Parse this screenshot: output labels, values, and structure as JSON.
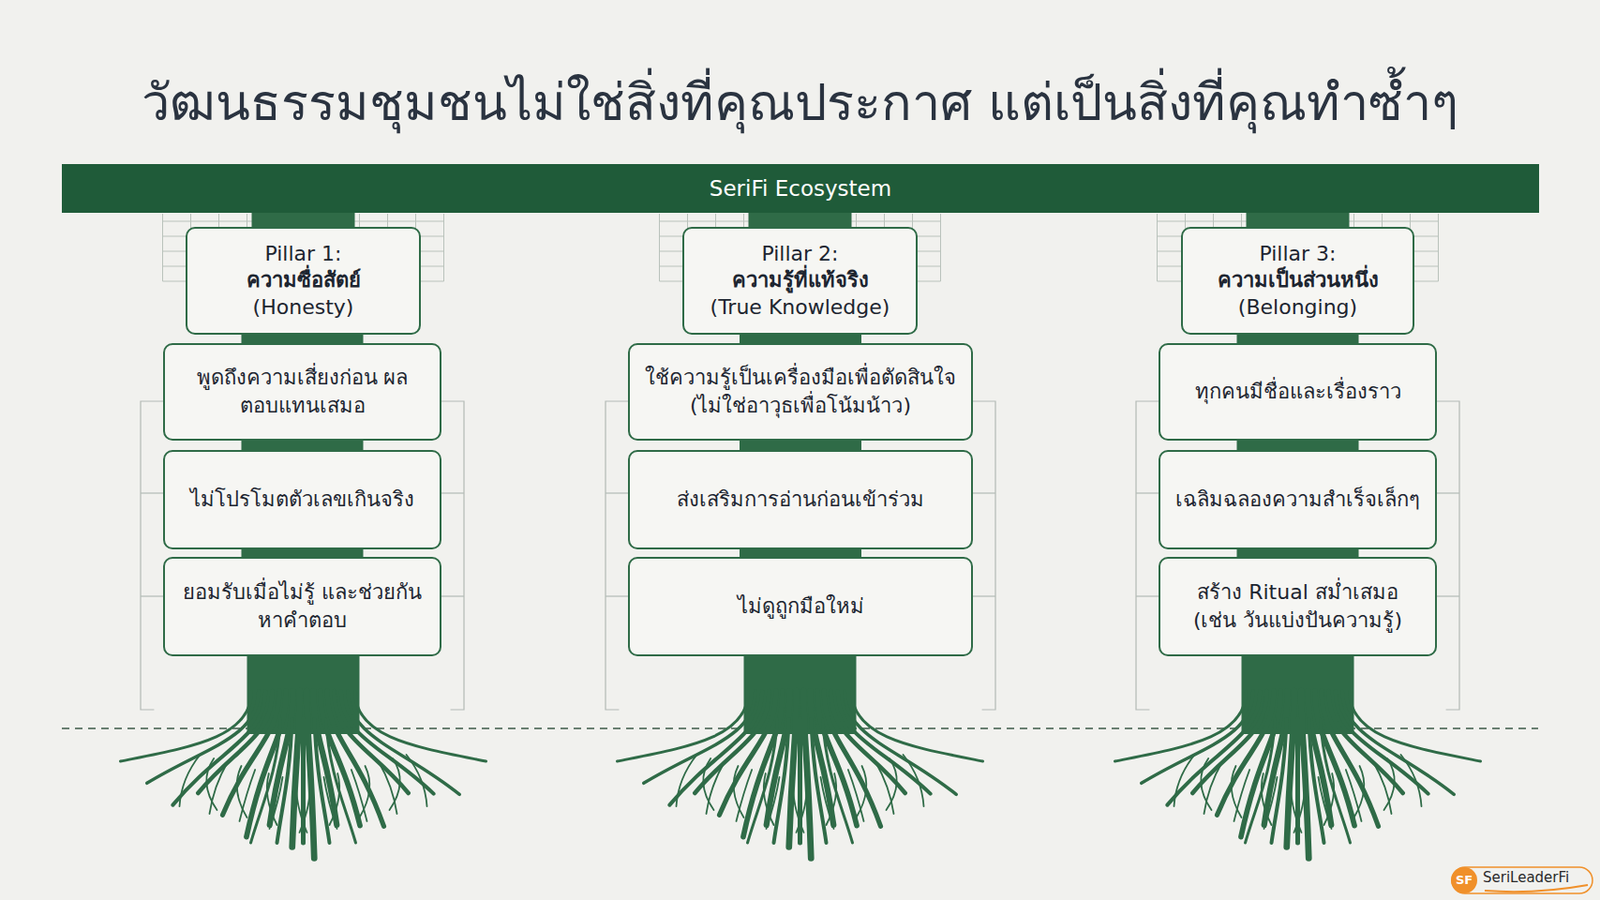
{
  "diagram": {
    "title": "วัฒนธรรมชุมชนไม่ใช่สิ่งที่คุณประกาศ แต่เป็นสิ่งที่คุณทำซ้ำๆ",
    "nodes": [
      {
        "text": [
          "SeriFi Ecosystem"
        ]
      },
      {
        "text": [
          "Pillar 1:",
          "ความซื่อสัตย์",
          "(Honesty)"
        ]
      },
      {
        "text": [
          "พูดถึงความเสี่ยงก่อน ผลตอบแทนเสมอ"
        ]
      },
      {
        "text": [
          "ไม่โปรโมตตัวเลขเกินจริง"
        ]
      },
      {
        "text": [
          "ยอมรับเมื่อไม่รู้ และช่วยกันหาคำตอบ"
        ]
      },
      {
        "text": [
          "Pillar 2:",
          "ความรู้ที่แท้จริง",
          "(True Knowledge)"
        ]
      },
      {
        "text": [
          "ใช้ความรู้เป็นเครื่องมือเพื่อตัดสินใจ (ไม่ใช่อาวุธเพื่อโน้มน้าว)"
        ]
      },
      {
        "text": [
          "ส่งเสริมการอ่านก่อนเข้าร่วม"
        ]
      },
      {
        "text": [
          "ไม่ดูถูกมือใหม่"
        ]
      },
      {
        "text": [
          "Pillar 3:",
          "ความเป็นส่วนหนึ่ง",
          "(Belonging)"
        ]
      },
      {
        "text": [
          "ทุกคนมีชื่อและเรื่องราว"
        ]
      },
      {
        "text": [
          "เฉลิมฉลองความสำเร็จเล็กๆ"
        ]
      },
      {
        "text": [
          "สร้าง Ritual สม่ำเสมอ (เช่น วันแบ่งปันความรู้)"
        ]
      }
    ],
    "edges": [
      {
        "from": 0,
        "to": 1,
        "arrow": "none"
      },
      {
        "from": 1,
        "to": 2,
        "arrow": "none"
      },
      {
        "from": 2,
        "to": 3,
        "arrow": "none"
      },
      {
        "from": 3,
        "to": 4,
        "arrow": "none"
      },
      {
        "from": 0,
        "to": 5,
        "arrow": "none"
      },
      {
        "from": 5,
        "to": 6,
        "arrow": "none"
      },
      {
        "from": 6,
        "to": 7,
        "arrow": "none"
      },
      {
        "from": 7,
        "to": 8,
        "arrow": "none"
      },
      {
        "from": 0,
        "to": 9,
        "arrow": "none"
      },
      {
        "from": 9,
        "to": 10,
        "arrow": "none"
      },
      {
        "from": 10,
        "to": 11,
        "arrow": "none"
      },
      {
        "from": 11,
        "to": 12,
        "arrow": "none"
      }
    ],
    "labels": [
      "SF",
      "SeriLeaderFi"
    ]
  }
}
